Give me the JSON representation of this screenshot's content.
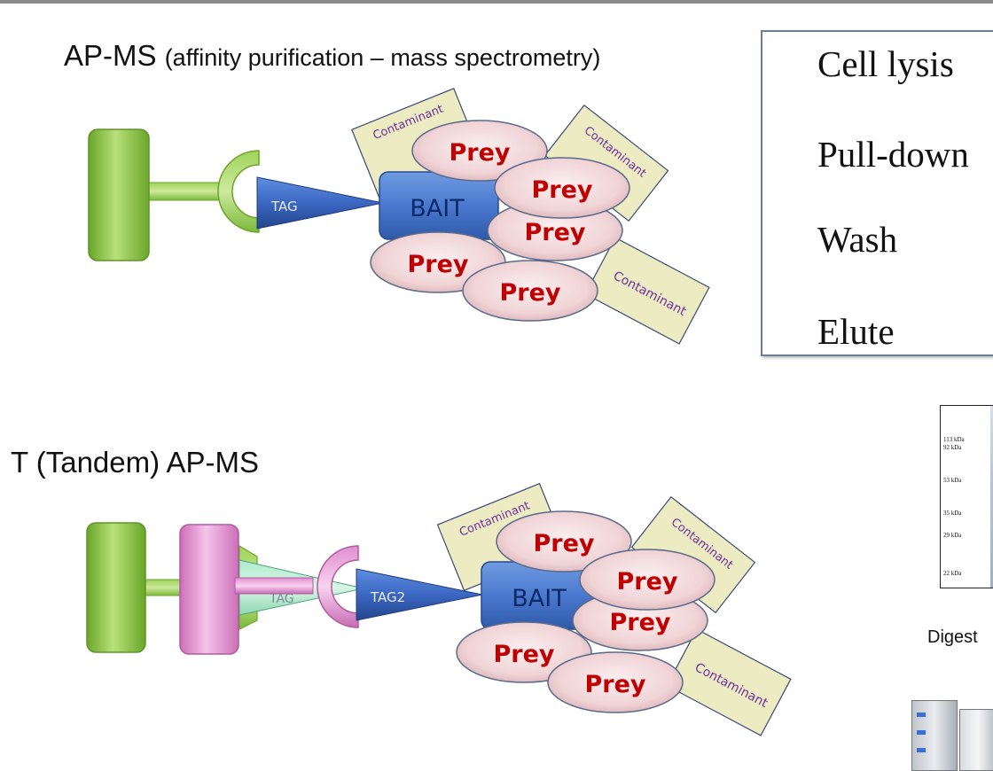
{
  "slide": {
    "title_main": "AP-MS",
    "title_sub": "(affinity purification – mass spectrometry)",
    "tandem_title": "T (Tandem) AP-MS"
  },
  "steps": [
    "Cell lysis",
    "Pull-down",
    "Wash",
    "Elute"
  ],
  "labels": {
    "tag": "TAG",
    "tag2": "TAG2",
    "bait": "BAIT",
    "prey": "Prey",
    "contaminant": "Contaminant"
  },
  "gel_markers": [
    "113 kDa",
    "92 kDa",
    "53 kDa",
    "35 kDa",
    "29 kDa",
    "22 kDa"
  ],
  "digest_label": "Digest",
  "colors": {
    "green": "#8cc63f",
    "pink": "#e89ad6",
    "bait_blue": "#3f6fc6",
    "prey_text": "#c00000",
    "contaminant_fill": "#ecebc2",
    "contaminant_text": "#7030a0"
  }
}
